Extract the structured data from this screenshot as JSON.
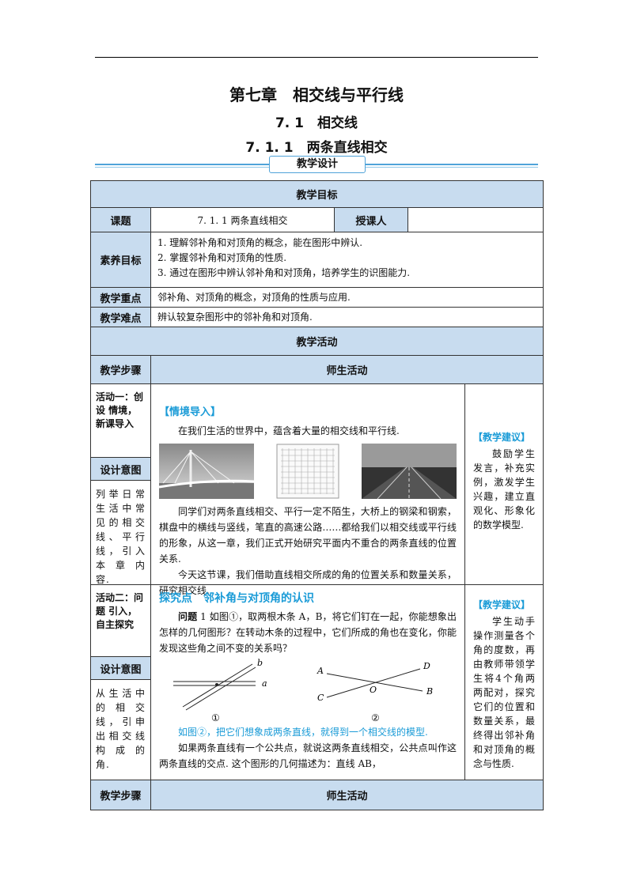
{
  "header": {
    "chapter": "第七章　相交线与平行线",
    "section": "7. 1　相交线",
    "subsection": "7. 1. 1　两条直线相交",
    "banner": "教学设计"
  },
  "goals": {
    "title": "教学目标",
    "course_label": "课题",
    "course_value": "7. 1. 1 两条直线相交",
    "teacher_label": "授课人",
    "teacher_value": "",
    "literacy_label": "素养目标",
    "literacy_items": [
      "1. 理解邻补角和对顶角的概念，能在图形中辨认.",
      "2. 掌握邻补角和对顶角的性质.",
      "3. 通过在图形中辨认邻补角和对顶角，培养学生的识图能力."
    ],
    "key_label": "教学重点",
    "key_value": "邻补角、对顶角的概念，对顶角的性质与应用.",
    "diff_label": "教学难点",
    "diff_value": "辨认较复杂图形中的邻补角和对顶角."
  },
  "activities": {
    "title": "教学活动",
    "step_label": "教学步骤",
    "teach_label": "师生活动",
    "a1": {
      "name": "活动一：创 设 情境，新课导入",
      "intent_label": "设计意图",
      "intent_text": "列举日常生活中常见的相交线、平行线，引入本 章 内容.",
      "heading": "【情境导入】",
      "p1": "在我们生活的世界中，蕴含着大量的相交线和平行线.",
      "p2": "同学们对两条直线相交、平行一定不陌生，大桥上的钢梁和钢索，棋盘中的横线与竖线，笔直的高速公路……都给我们以相交线或平行线的形象，从这一章，我们正式开始研究平面内不重合的两条直线的位置关系.",
      "p3": "今天这节课，我们借助直线相交所成的角的位置关系和数量关系，研究相交线.",
      "advice_title": "【教学建议】",
      "advice_text": "鼓励学生发言，补充实例，激发学生兴趣，建立直观化、形象化的数学模型."
    },
    "a2": {
      "name": "活动二：问 题 引入，自主探究",
      "intent_label": "设计意图",
      "intent_text": "从生活中的 相 交线，引申出相交线构 成 的角.",
      "heading": "探究点　邻补角与对顶角的认识",
      "q_label": "问题",
      "q_text": "1 如图①，取两根木条 A，B，将它们钉在一起，你能想象出怎样的几何图形？在转动木条的过程中，它们所成的角也在变化，你能发现这些角之间不变的关系吗？",
      "fig1_caption": "①",
      "fig2_caption": "②",
      "fig1_a": "a",
      "fig1_b": "b",
      "fig2_A": "A",
      "fig2_B": "B",
      "fig2_C": "C",
      "fig2_D": "D",
      "fig2_O": "O",
      "p_blue": "如图②，把它们想象成两条直线，就得到一个相交线的模型.",
      "p_last": "如果两条直线有一个公共点，就说这两条直线相交，公共点叫作这两条直线的交点. 这个图形的几何描述为：直线 AB，",
      "advice_title": "【教学建议】",
      "advice_text": "学生动手操作测量各个角的度数，再由教师带领学生将4个角两两配对，探究它们的位置和数量关系，最终得出邻补角和对顶角的概念与性质."
    },
    "footer_step": "教学步骤",
    "footer_teach": "师生活动"
  }
}
